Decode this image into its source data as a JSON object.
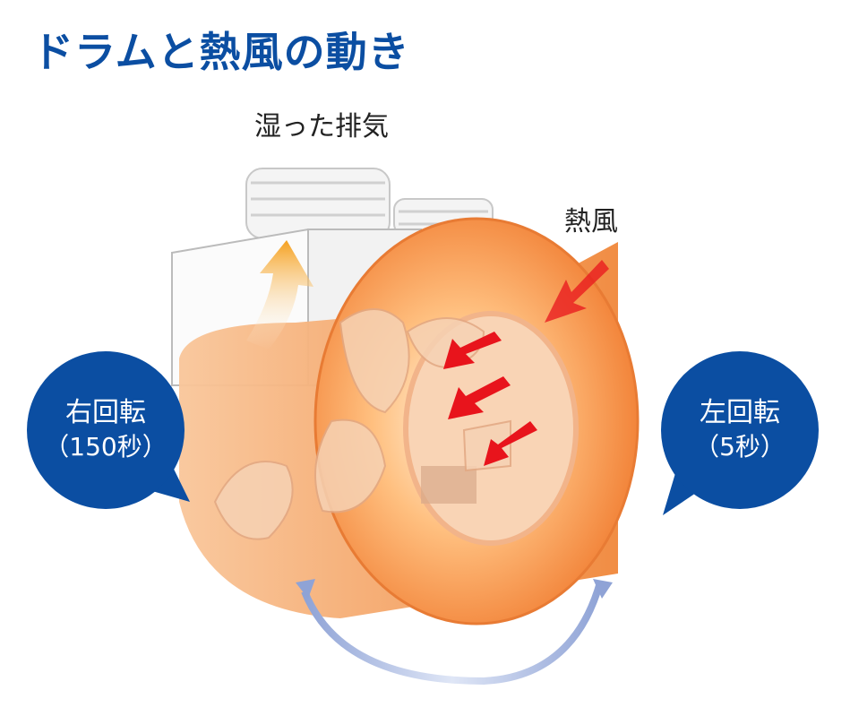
{
  "title": "ドラムと熱風の動き",
  "labels": {
    "exhaust": "湿った排気",
    "hot_air": "熱風"
  },
  "rotations": {
    "right": {
      "name": "右回転",
      "duration": "（150秒）"
    },
    "left": {
      "name": "左回転",
      "duration": "（5秒）"
    }
  },
  "colors": {
    "title": "#0b4ea2",
    "bubble": "#0b4ea2",
    "hot_air_arrow": "#e8141c",
    "exhaust_arrow": "#f5a01e",
    "rotation_arrow": "#8fa3d6",
    "drum": "#f08a3c"
  }
}
